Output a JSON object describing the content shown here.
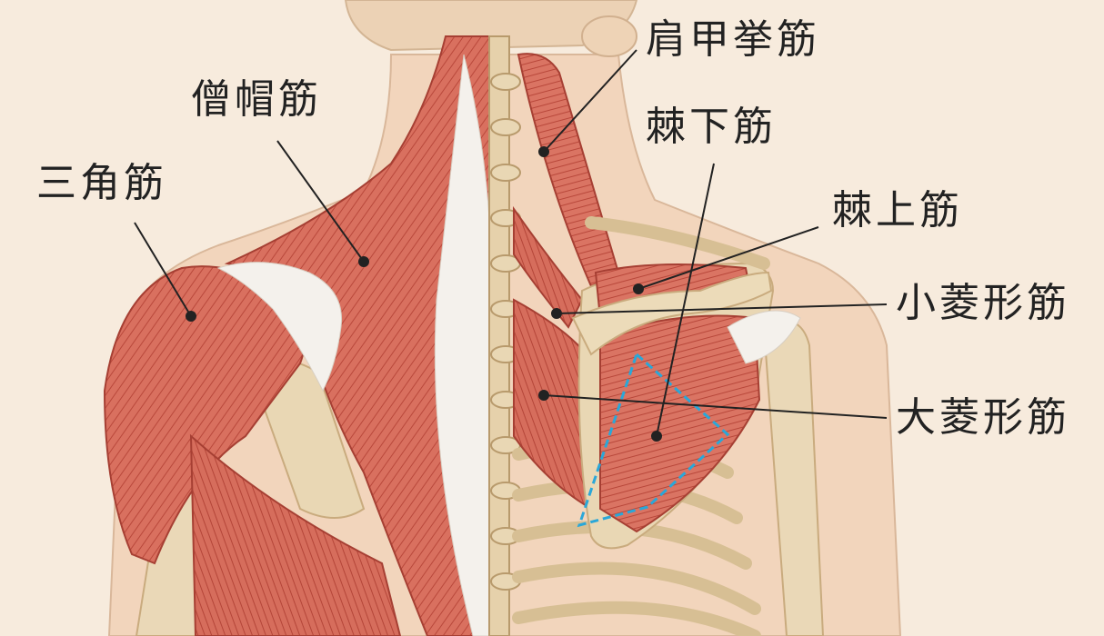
{
  "labels": {
    "levator_scapulae": "肩甲挙筋",
    "trapezius": "僧帽筋",
    "infraspinatus": "棘下筋",
    "deltoid": "三角筋",
    "supraspinatus": "棘上筋",
    "rhomboid_minor": "小菱形筋",
    "rhomboid_major": "大菱形筋"
  },
  "colors": {
    "background": "#f7ebdd",
    "skin": "#f2d5bc",
    "muscle": "#d9705f",
    "muscle_dark": "#b9483b",
    "tendon": "#f4f1ec",
    "bone": "#e9d7b4",
    "highlight_outline": "#2aa7d8",
    "leader_line": "#222222"
  }
}
